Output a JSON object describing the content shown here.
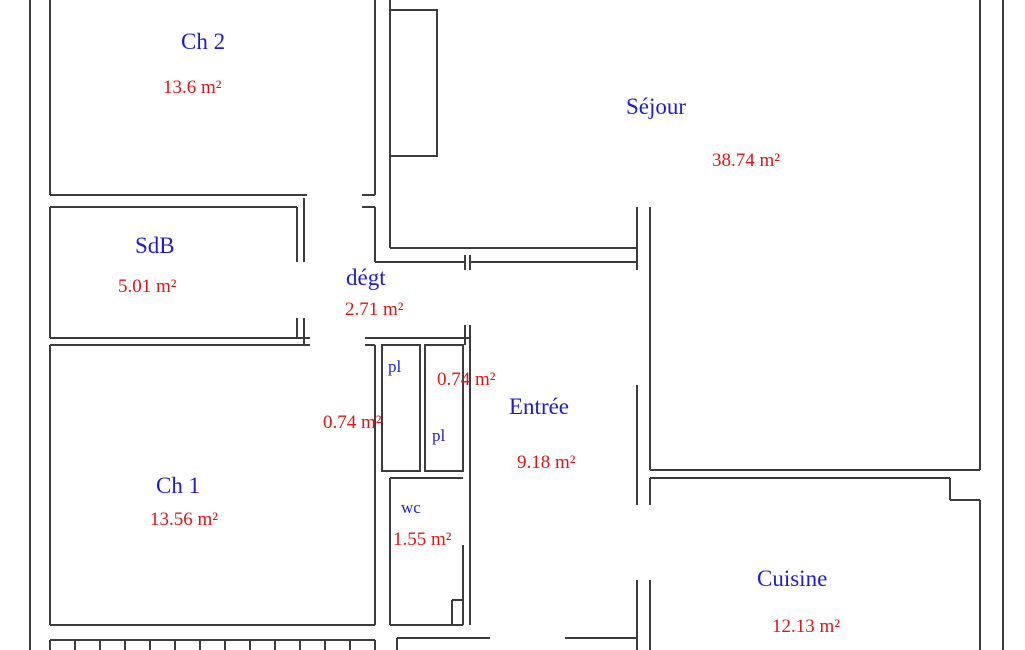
{
  "rooms": {
    "ch2": {
      "name": "Ch 2",
      "area": "13.6 m²"
    },
    "sejour": {
      "name": "Séjour",
      "area": "38.74 m²"
    },
    "sdb": {
      "name": "SdB",
      "area": "5.01 m²"
    },
    "degt": {
      "name": "dégt",
      "area": "2.71 m²"
    },
    "pl1": {
      "name": "pl",
      "area": "0.74 m²"
    },
    "pl2": {
      "name": "pl",
      "area": "0.74 m²"
    },
    "entree": {
      "name": "Entrée",
      "area": "9.18 m²"
    },
    "ch1": {
      "name": "Ch 1",
      "area": "13.56 m²"
    },
    "wc": {
      "name": "wc",
      "area": "1.55 m²"
    },
    "cuisine": {
      "name": "Cuisine",
      "area": "12.13 m²"
    }
  },
  "colors": {
    "name": "#1c1cd6",
    "area": "#e01414",
    "wall": "#3c3c3c"
  }
}
